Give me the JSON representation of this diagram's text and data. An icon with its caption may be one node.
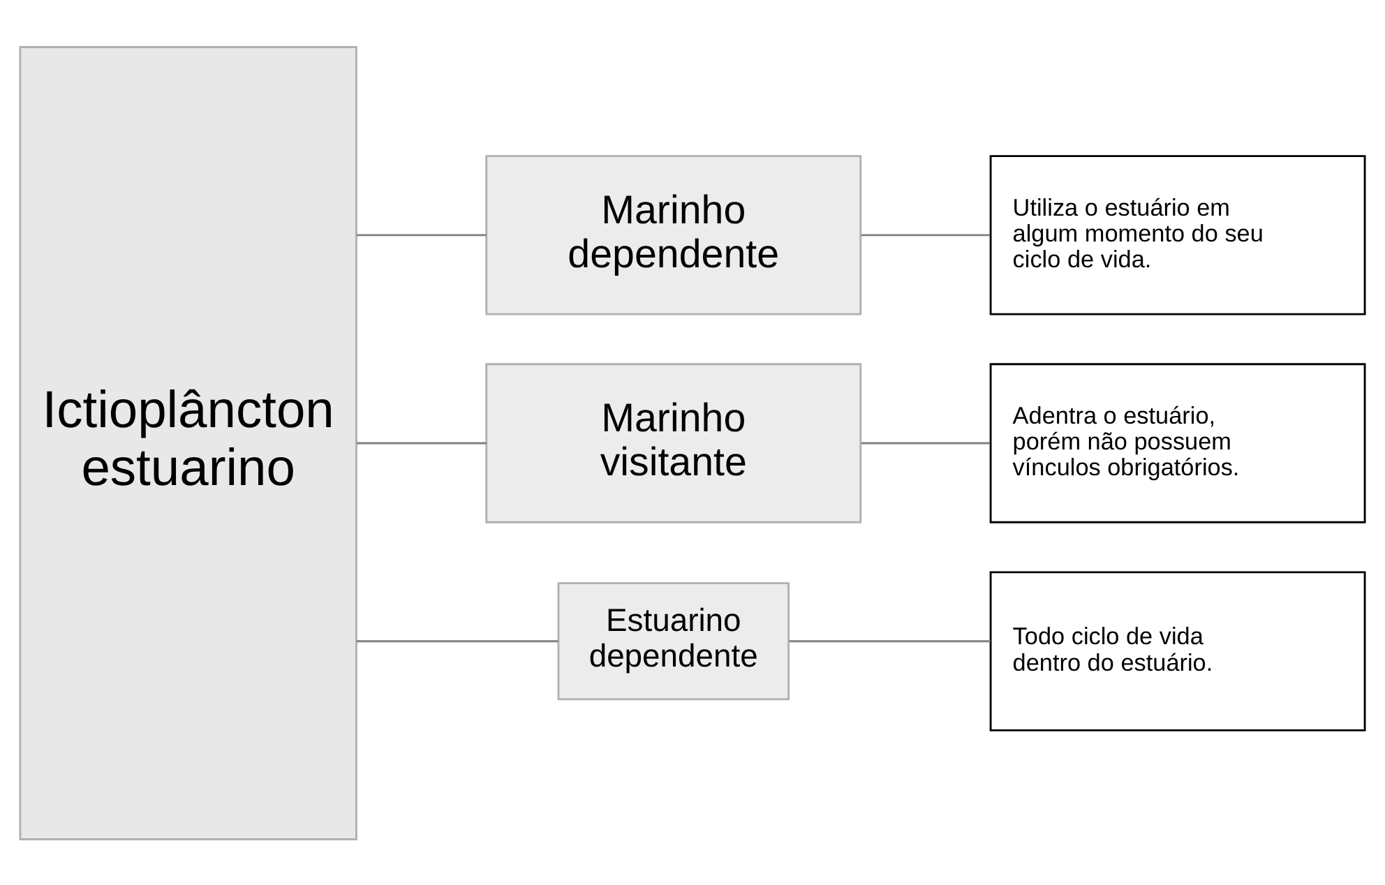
{
  "diagram": {
    "nodes": [
      {
        "text": [
          "Ictioplâncton estuarino"
        ]
      },
      {
        "text": [
          "Marinho dependente"
        ]
      },
      {
        "text": [
          "Marinho visitante"
        ]
      },
      {
        "text": [
          "Estuarino dependente"
        ]
      },
      {
        "text": [
          "Utiliza o estuário em algum momento do seu ciclo de vida."
        ]
      },
      {
        "text": [
          "Adentra o estuário, porém não possuem vínculos obrigatórios."
        ]
      },
      {
        "text": [
          "Todo ciclo de vida dentro do estuário."
        ]
      }
    ],
    "edges": [
      {
        "from": 0,
        "to": 1,
        "arrow": "none"
      },
      {
        "from": 0,
        "to": 2,
        "arrow": "none"
      },
      {
        "from": 0,
        "to": 3,
        "arrow": "none"
      },
      {
        "from": 1,
        "to": 4,
        "arrow": "none"
      },
      {
        "from": 2,
        "to": 5,
        "arrow": "none"
      },
      {
        "from": 3,
        "to": 6,
        "arrow": "none"
      }
    ]
  }
}
